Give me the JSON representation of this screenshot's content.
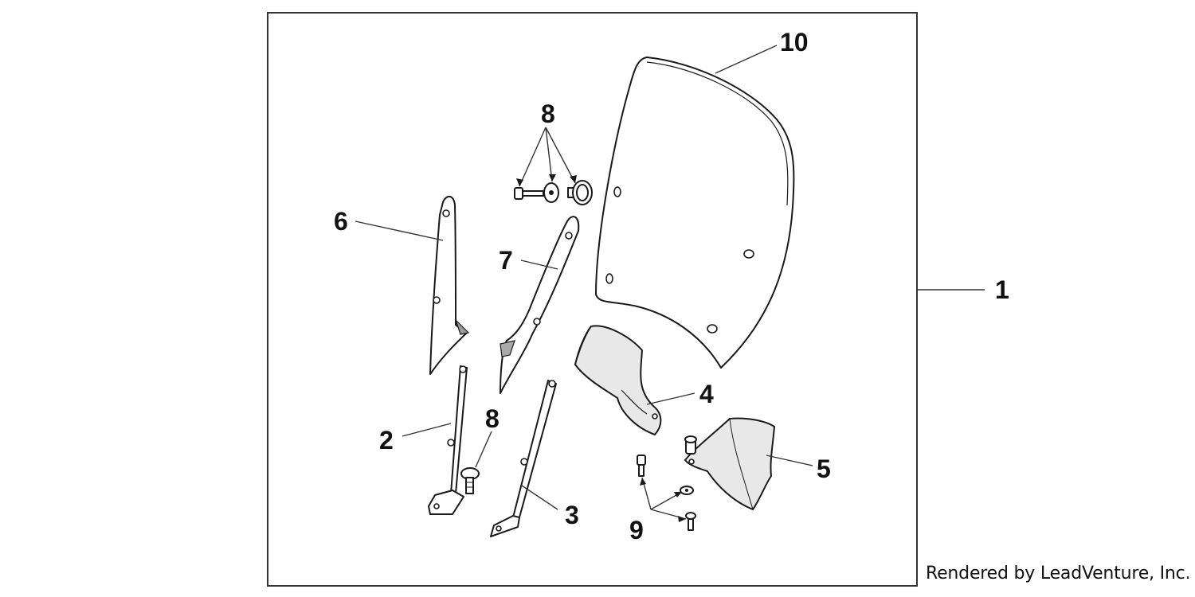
{
  "footer": {
    "text": "Rendered by LeadVenture, Inc."
  },
  "callouts": {
    "c1": "1",
    "c2": "2",
    "c3": "3",
    "c4": "4",
    "c5": "5",
    "c6": "6",
    "c7": "7",
    "c8_top": "8",
    "c8_bottom": "8",
    "c9": "9",
    "c10": "10"
  },
  "colors": {
    "line": "#1a1a1a",
    "background": "#ffffff",
    "frame": "#333333"
  }
}
